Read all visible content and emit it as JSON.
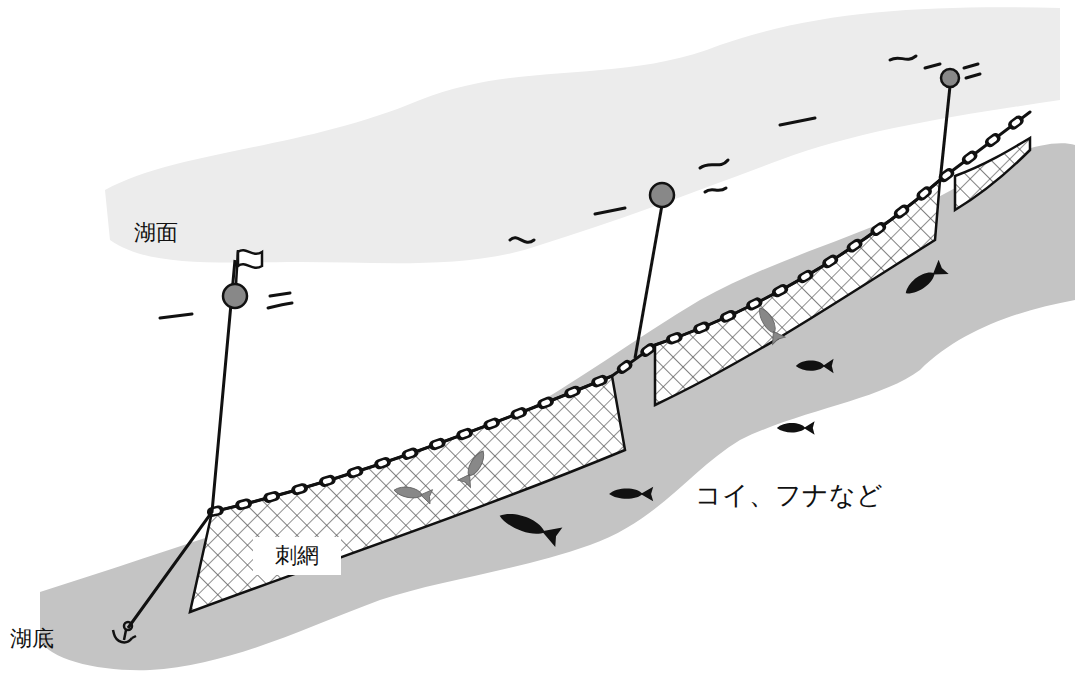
{
  "diagram": {
    "nodes": [
      {
        "text": [
          "刺網"
        ]
      }
    ],
    "labels": [
      "湖面",
      "湖底",
      "コイ、フナなど"
    ]
  }
}
